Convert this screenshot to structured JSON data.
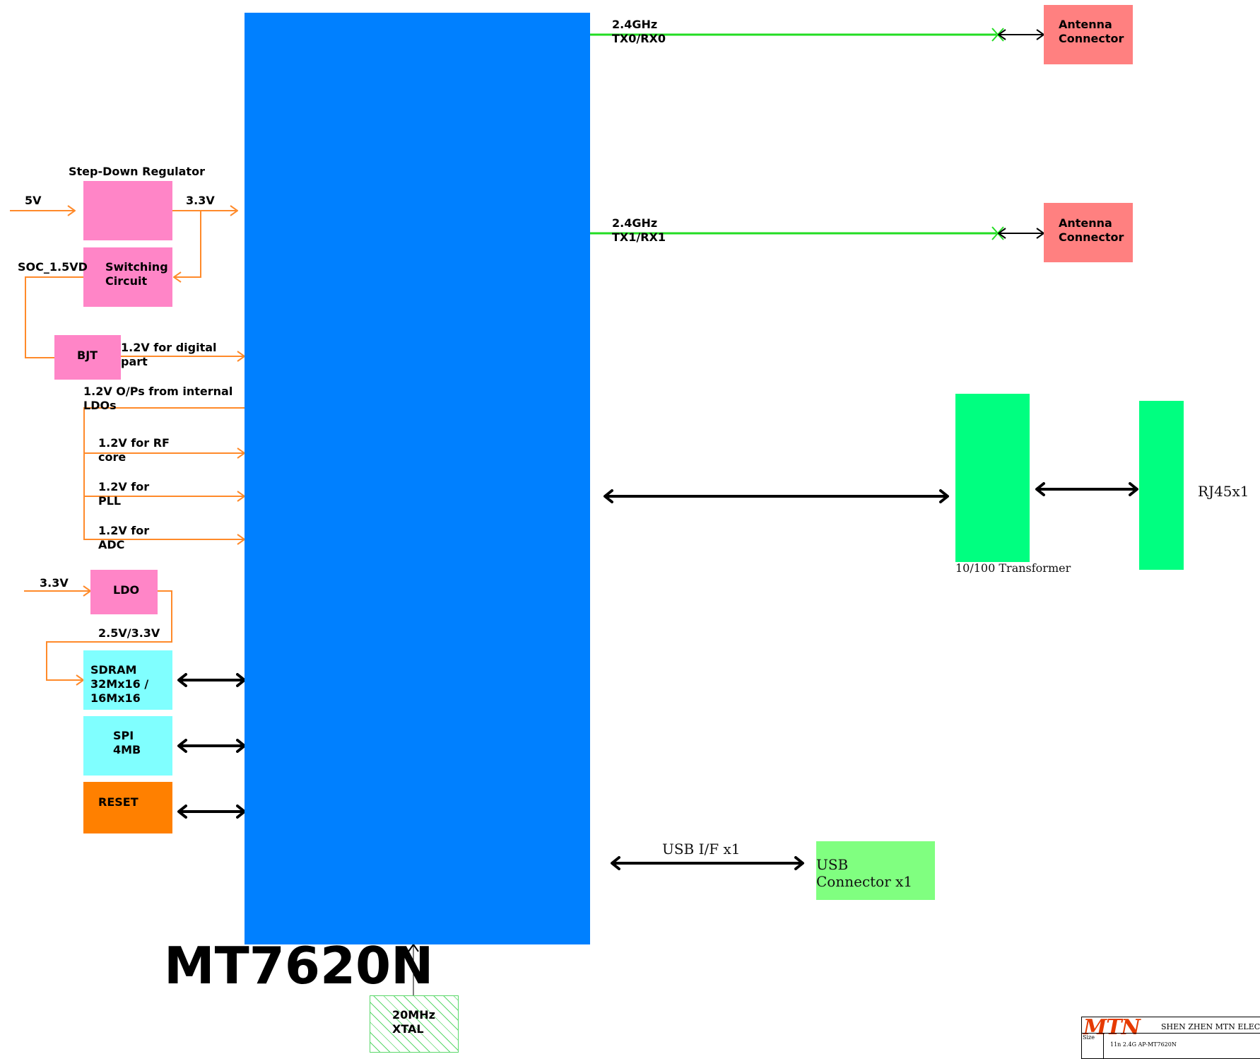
{
  "chip": {
    "name": "MT7620N",
    "color": "#0080ff"
  },
  "power": {
    "regulator_title": "Step-Down Regulator",
    "input_5v": "5V",
    "output_3v3": "3.3V",
    "soc_label": "SOC_1.5VD",
    "switching": "Switching\nCircuit",
    "bjt": "BJT",
    "digital": "1.2V for digital\npart",
    "internal": "1.2V O/Ps from internal\nLDOs",
    "rf": "1.2V for RF\ncore",
    "pll": "1.2V for\nPLL",
    "adc": "1.2V for\nADC",
    "ldo_input": "3.3V",
    "ldo": "LDO",
    "ldo_output": "2.5V/3.3V"
  },
  "memory": {
    "sdram": "SDRAM\n32Mx16 /\n16Mx16",
    "spi": "SPI\n4MB",
    "reset": "RESET"
  },
  "rf": {
    "chain0_label": "2.4GHz\nTX0/RX0",
    "chain1_label": "2.4GHz\nTX1/RX1",
    "antenna0": "Antenna\nConnector",
    "antenna1": "Antenna\nConnector"
  },
  "ethernet": {
    "transformer": "10/100 Transformer",
    "rj45": "RJ45x1"
  },
  "usb": {
    "interface": "USB I/F x1",
    "connector": "USB\nConnector x1"
  },
  "xtal": {
    "label": "20MHz\nXTAL"
  },
  "title_block": {
    "logo": "MTN",
    "company": "SHEN ZHEN MTN ELECTR",
    "size_label": "Size",
    "project": "11n 2.4G AP-MT7620N"
  },
  "colors": {
    "power_wire": "#ff8a2a",
    "rf_wire": "#22dd22",
    "bus": "#000000",
    "regulator": "#ff85c7",
    "memory": "#80ffff",
    "antenna": "#ff8080",
    "ethernet": "#00ff80",
    "usb": "#80ff80",
    "reset": "#ff8000"
  },
  "icons": [
    "arrow-right-icon",
    "bidirectional-arrow-icon",
    "cross-mark-icon",
    "hatch-pattern"
  ]
}
